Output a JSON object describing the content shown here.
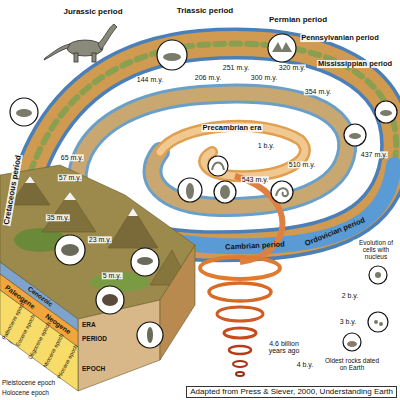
{
  "diagram": {
    "caption": "Adapted from Press & Siever, 2000, Understanding Earth",
    "labels": [
      "Jurassic period",
      "Triassic period",
      "Permian period",
      "Pennsylvanian period",
      "Mississippian period",
      "Cretaceous period",
      "144 m.y.",
      "206 m.y.",
      "251 m.y.",
      "300 m.y.",
      "320 m.y.",
      "354 m.y.",
      "65 m.y.",
      "57 m.y.",
      "Precambrian era",
      "1 b.y.",
      "437 m.y.",
      "510 m.y.",
      "543 m.y.",
      "35 m.y.",
      "23 m.y.",
      "Cambrian period",
      "Ordovician period",
      "Evolution of cells with nucleus",
      "5 m.y.",
      "2 b.y.",
      "3 b.y.",
      "Cenozoic",
      "Paleogene",
      "Neogene",
      "Paleocene epoch",
      "Eocene epoch",
      "Oligocene epoch",
      "Miocene epoch",
      "Pliocene epoch",
      "ERA",
      "PERIOD",
      "EPOCH",
      "Pleistocene epoch",
      "Holocene epoch",
      "4.6 billion years ago",
      "4 b.y.",
      "Oldest rocks dated on Earth"
    ]
  }
}
